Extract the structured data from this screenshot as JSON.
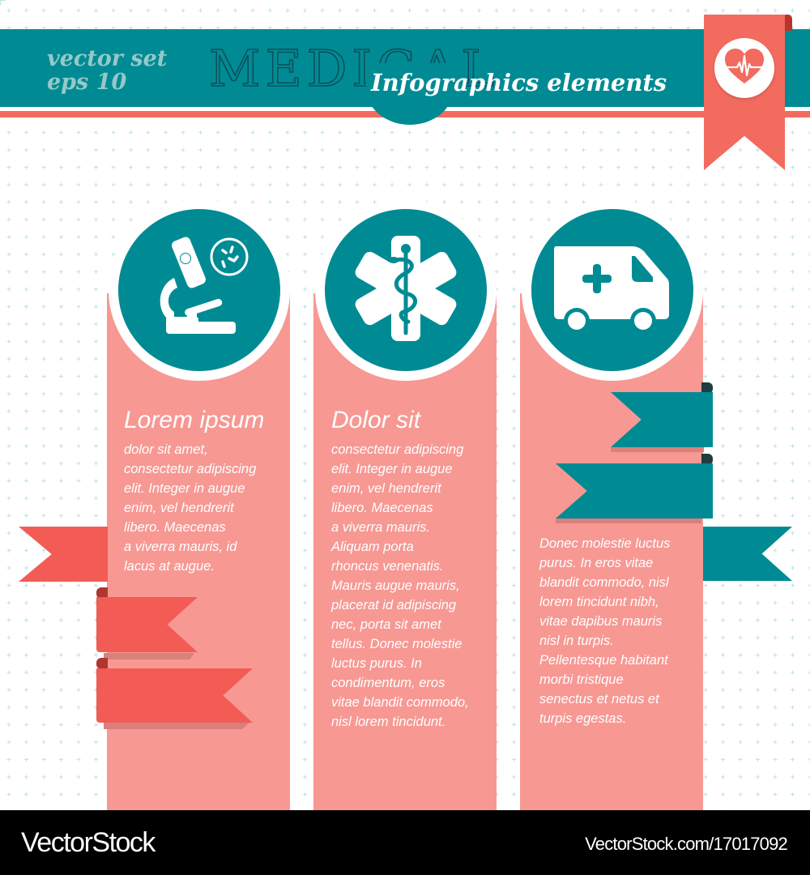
{
  "header": {
    "subtitle_line1": "vector set",
    "subtitle_line2": "eps 10",
    "title": "MEDICAL",
    "tagline": "Infographics elements",
    "badge_icon": "heart-pulse-icon"
  },
  "colors": {
    "teal": "#008b94",
    "coral": "#f26b5e",
    "salmon_panel": "#f79893",
    "ribbon_red": "#f25c55",
    "dark_teal_outline": "#0c4f5c",
    "pattern_cross": "#bfe3e6"
  },
  "columns": [
    {
      "icon": "microscope-icon",
      "heading": "Lorem ipsum",
      "body_lines": [
        "dolor sit amet,",
        "consectetur adipiscing",
        "elit. Integer in augue",
        "enim, vel hendrerit",
        "libero. Maecenas",
        "a viverra mauris, id",
        "lacus at augue."
      ]
    },
    {
      "icon": "star-of-life-icon",
      "heading": "Dolor sit",
      "body_lines": [
        "consectetur adipiscing",
        "elit. Integer in augue",
        "enim, vel hendrerit",
        "libero. Maecenas",
        "a viverra mauris.",
        "Aliquam porta",
        "rhoncus venenatis.",
        "Mauris augue mauris,",
        "placerat id adipiscing",
        "nec, porta sit amet",
        "tellus. Donec molestie",
        "luctus purus. In",
        "condimentum, eros",
        "vitae blandit commodo,",
        "nisl lorem tincidunt."
      ]
    },
    {
      "icon": "ambulance-icon",
      "heading": "",
      "body_lines": [
        "Donec molestie luctus",
        "purus. In eros vitae",
        "blandit commodo, nisl",
        "lorem tincidunt nibh,",
        "vitae dapibus mauris",
        "nisl in turpis.",
        "Pellentesque habitant",
        "morbi tristique",
        "senectus et netus et",
        "turpis egestas."
      ]
    }
  ],
  "footer": {
    "brand": "VectorStock",
    "url": "VectorStock.com/17017092"
  }
}
